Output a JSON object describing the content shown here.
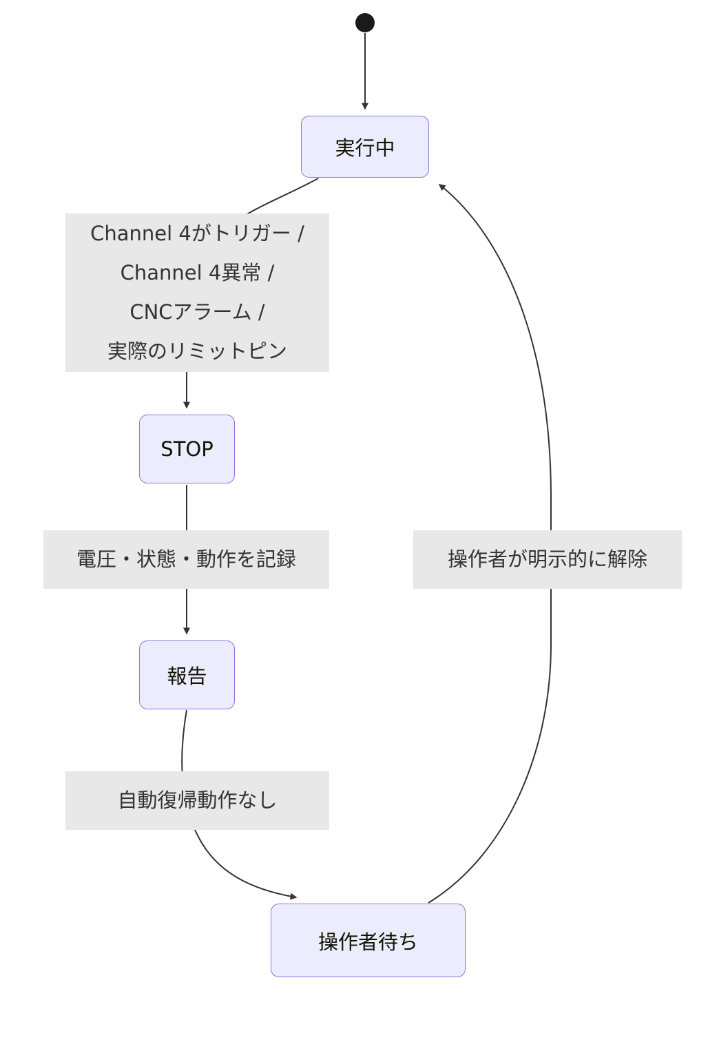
{
  "diagram": {
    "type": "state-diagram",
    "states": {
      "running": {
        "label": "実行中"
      },
      "stop": {
        "label": "STOP"
      },
      "report": {
        "label": "報告"
      },
      "waiting": {
        "label": "操作者待ち"
      }
    },
    "edges": {
      "trigger": {
        "lines": [
          "Channel 4がトリガー /",
          "Channel 4異常 /",
          "CNCアラーム /",
          "実際のリミットピン"
        ]
      },
      "record": {
        "label": "電圧・状態・動作を記録"
      },
      "no_auto_recovery": {
        "label": "自動復帰動作なし"
      },
      "release": {
        "label": "操作者が明示的に解除"
      }
    },
    "colors": {
      "state_fill": "#ECECFF",
      "state_border": "#9370DB",
      "edge_label_bg": "#e8e8e8",
      "edge_stroke": "#333333",
      "initial_dot": "#1a1a1a"
    }
  }
}
